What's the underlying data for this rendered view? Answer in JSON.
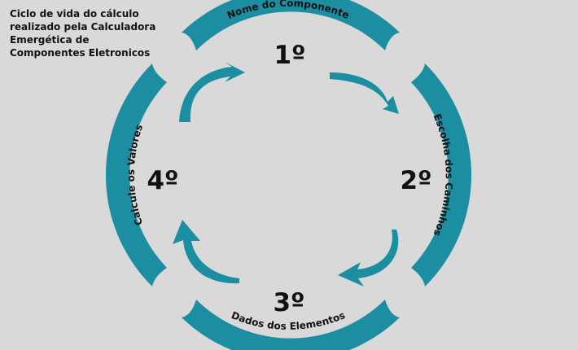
{
  "title_lines": [
    "Ciclo de vida do cálculo",
    "realizado pela Calculadora",
    "Emergética de",
    "Componentes Eletronicos"
  ],
  "accent_color": "#1b8ea2",
  "steps": [
    {
      "number": "1º",
      "label": "Nome do Componente"
    },
    {
      "number": "2º",
      "label": "Escolha dos Caminhos"
    },
    {
      "number": "3º",
      "label": "Dados dos Elementos"
    },
    {
      "number": "4º",
      "label": "Calcule os Valores"
    }
  ]
}
